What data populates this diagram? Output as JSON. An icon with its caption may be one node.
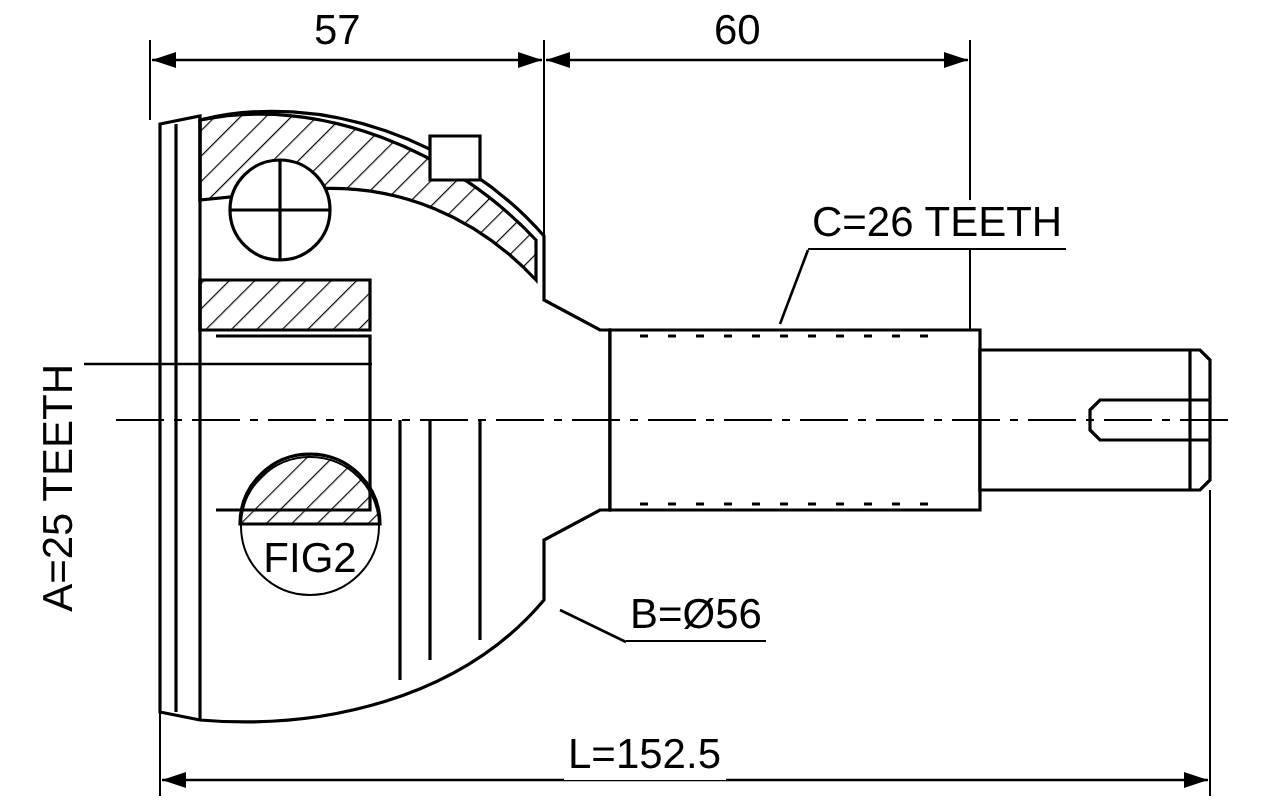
{
  "diagram": {
    "nodes": [
      {
        "text": [
          "C=26 TEETH"
        ]
      },
      {
        "text": [
          "B=Ø56"
        ]
      },
      {
        "text": [
          "A=25 TEETH"
        ]
      },
      {
        "text": [
          "FIG2"
        ]
      }
    ],
    "edges": [
      {
        "from": 0,
        "to": null,
        "arrow": "none"
      },
      {
        "from": 1,
        "to": null,
        "arrow": "none"
      },
      {
        "from": 2,
        "to": null,
        "arrow": "none"
      }
    ],
    "labels": [
      "57",
      "60",
      "L=152.5"
    ]
  }
}
